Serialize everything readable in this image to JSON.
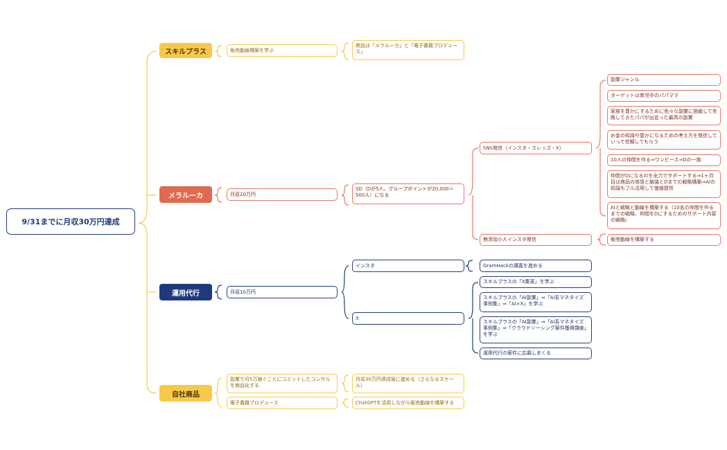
{
  "root": "9/31までに月収30万円達成",
  "branches": {
    "skill": {
      "title": "スキルプラス",
      "sub": "販売動線構築を学ぶ",
      "leaf": "商品は「メラルーカ」と「電子書籍プロデュース」"
    },
    "melaleuca": {
      "title": "メラルーカ",
      "sub": "月収20万円",
      "sd": "SD（Dが5人、グループポイントが20,000＝500人）になる",
      "sns": "SNS発信（インスタ・スレッズ・X）",
      "sns_items": [
        "副業ジャンル",
        "ターゲットは育児中のパパママ",
        "家族を豊かにするために色々な副業に挑戦して失敗してきたパパが出会った最高の副業",
        "お金の知識や豊かになるための考え方を発信していって信頼してもらう",
        "10人の仲間を作る⇒ワンピース⇒Dの一族",
        "仲間がDになるのを全力でサポートする⇒1ヶ月目は商品の体感と勉強とDまでの戦略構築⇒AIの知識もフル活用して価値提供",
        "AIと戦略と動線を構築する（10名の仲間を作るまでの戦略、仲間をDにするためのサポート内容の戦略）"
      ],
      "muten": "無添加小人インスタ発信",
      "muten_leaf": "販売動線を構築する"
    },
    "unyou": {
      "title": "運用代行",
      "sub": "月収10万円",
      "insta": "インスタ",
      "insta_leaf": "GramHackの講義を進める",
      "x": "X",
      "x_items": [
        "スキルプラスの「X集客」を学ぶ",
        "スキルプラスの「AI副業」⇒「AI系マネタイズ事例集」⇒「AI×X」を学ぶ",
        "スキルプラスの「AI副業」⇒「AI系マネタイズ事例集」⇒「クラウドソーシング案件獲得講座」を学ぶ",
        "運用代行の案件に応募しまくる"
      ]
    },
    "jisha": {
      "title": "自社商品",
      "sub1": "副業で月5万稼ぐことにコミットしたコンサルを商品化する",
      "leaf1": "月収30万円達成後に進める（さらなるスケール）",
      "sub2": "電子書籍プロデュース",
      "leaf2": "ChatGPTを活用しながら販売動線を構築する"
    }
  },
  "colors": {
    "yellow": "#f7c94b",
    "orange": "#e0694f",
    "blue": "#1f3a7c"
  }
}
